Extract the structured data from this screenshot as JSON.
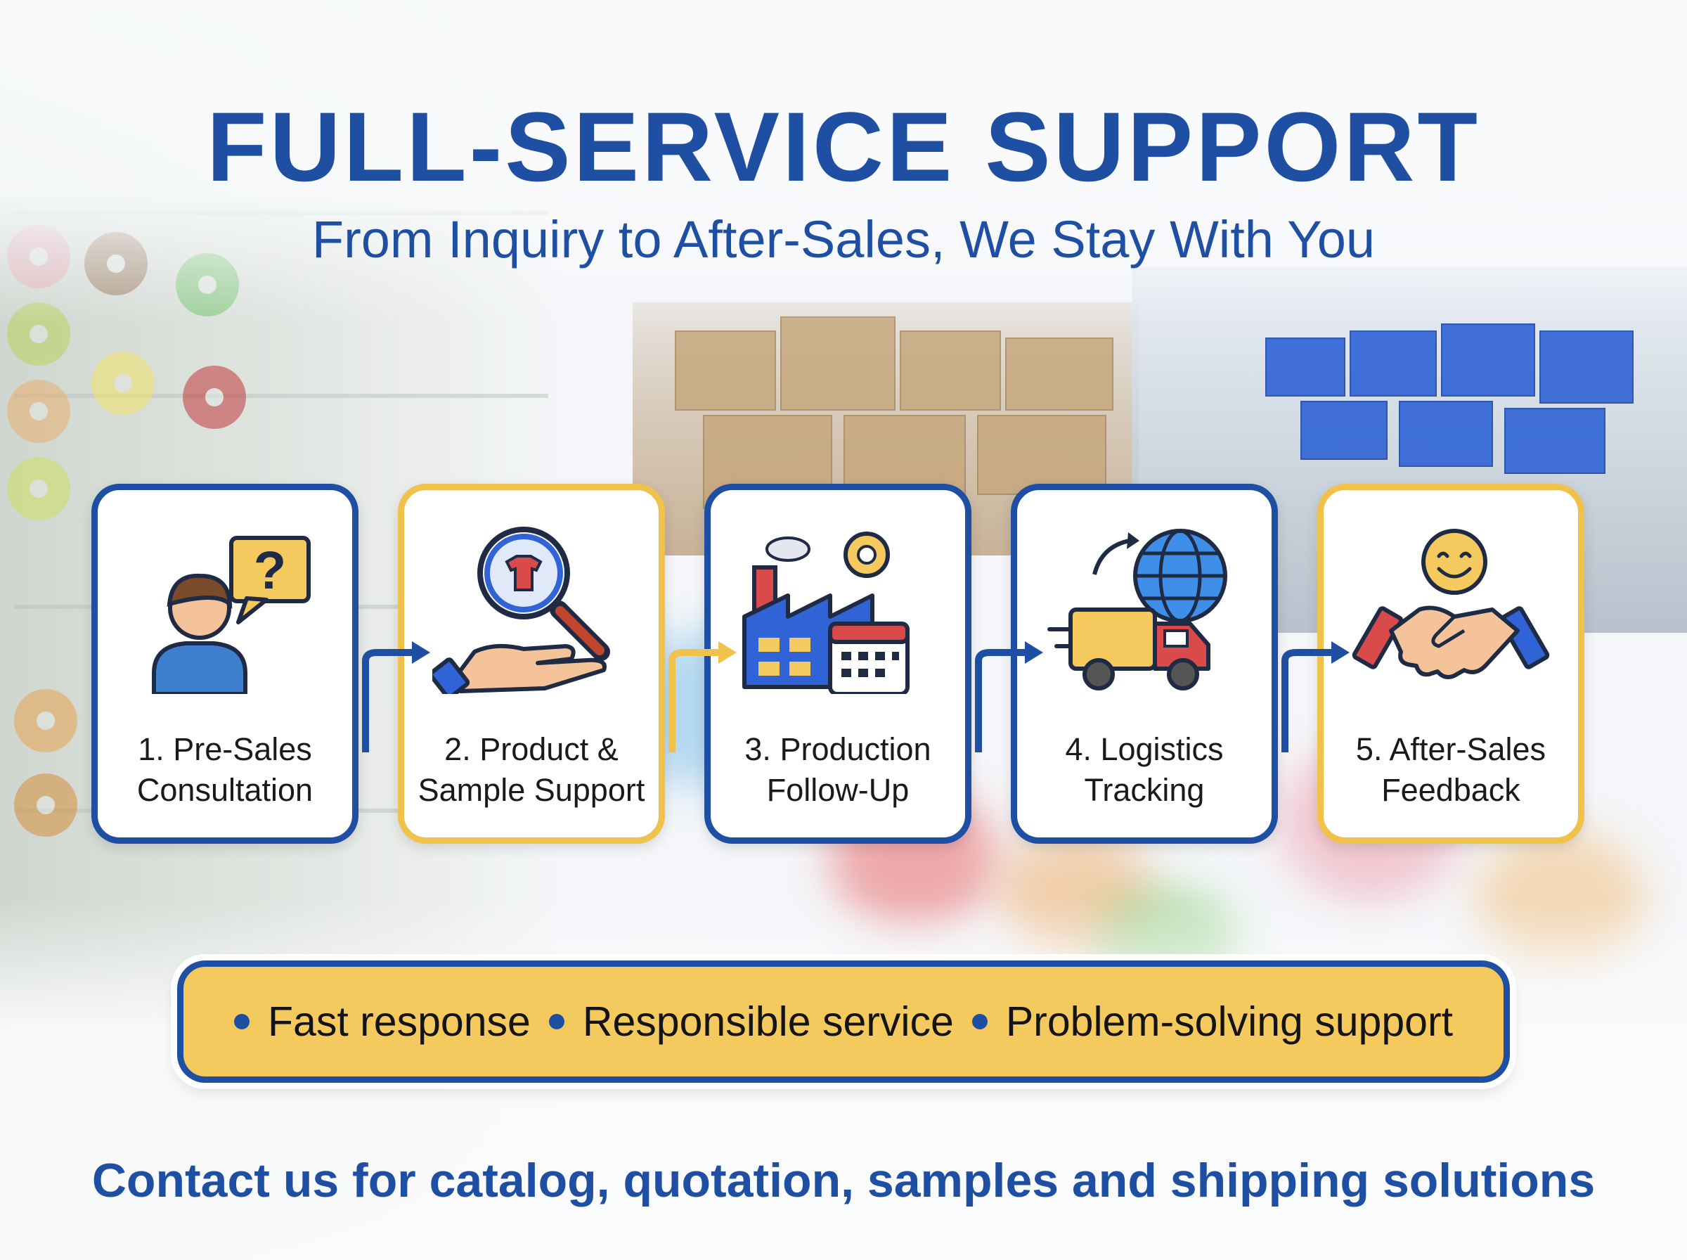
{
  "header": {
    "title": "FULL-SERVICE SUPPORT",
    "subtitle": "From Inquiry to After-Sales, We Stay With You"
  },
  "steps": [
    {
      "label": "1. Pre-Sales Consultation",
      "icon": "consultation-question-icon",
      "border": "#1f4fa3"
    },
    {
      "label": "2. Product & Sample Support",
      "icon": "product-search-icon",
      "border": "#f1c24b"
    },
    {
      "label": "3. Production Follow-Up",
      "icon": "factory-calendar-icon",
      "border": "#1f4fa3"
    },
    {
      "label": "4. Logistics Tracking",
      "icon": "delivery-truck-globe-icon",
      "border": "#1f4fa3"
    },
    {
      "label": "5. After-Sales Feedback",
      "icon": "handshake-smile-icon",
      "border": "#f1c24b"
    }
  ],
  "highlights": [
    "Fast response",
    "Responsible service",
    "Problem-solving support"
  ],
  "contact": "Contact us for catalog, quotation, samples and shipping solutions",
  "colors": {
    "primary": "#1f4fa3",
    "accent": "#f1c24b",
    "strip": "#f4c95d"
  }
}
